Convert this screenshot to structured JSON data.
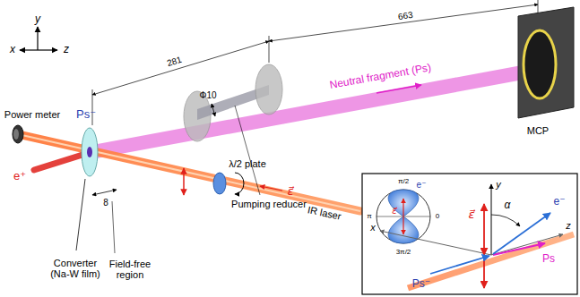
{
  "diagram": {
    "labels": [
      "y",
      "x",
      "z",
      "Power meter",
      "e⁺",
      "Ps⁻",
      "Converter (Na-W film)",
      "Field-free region",
      "8",
      "281",
      "Φ10",
      "Pumping reducer",
      "λ/2 plate",
      "ε⃗",
      "IR laser",
      "663",
      "Neutral fragment (Ps)",
      "MCP",
      "π/2",
      "0",
      "π",
      "3π/2",
      "e⁻",
      "ε⃗",
      "y",
      "α",
      "e⁻",
      "x",
      "z",
      "Ps",
      "Ps⁻",
      "ε⃗"
    ]
  }
}
